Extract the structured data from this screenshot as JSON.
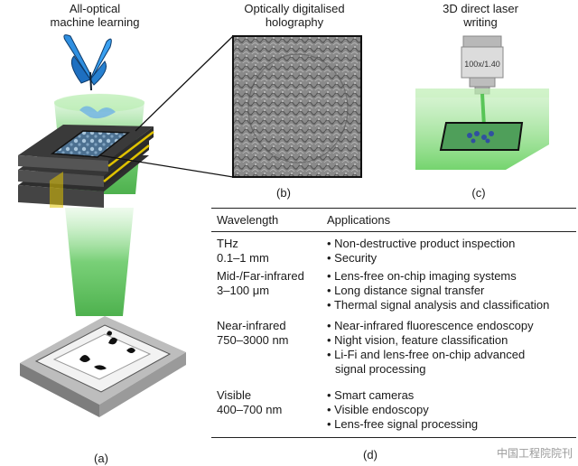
{
  "panels": {
    "a": {
      "caption_lines": [
        "All-optical",
        "machine learning"
      ],
      "label": "(a)"
    },
    "b": {
      "caption_lines": [
        "Optically digitalised",
        "holography"
      ],
      "label": "(b)"
    },
    "c": {
      "caption_lines": [
        "3D direct laser",
        "writing"
      ],
      "label": "(c)",
      "objective_text": "100x/1.40"
    },
    "d": {
      "label": "(d)"
    }
  },
  "table": {
    "headers": [
      "Wavelength",
      "Applications"
    ],
    "rows": [
      {
        "wavelength": [
          "THz",
          "0.1–1 mm"
        ],
        "applications": [
          "Non-destructive product inspection",
          "Security"
        ]
      },
      {
        "wavelength": [
          "Mid-/Far-infrared",
          "3–100 μm"
        ],
        "applications": [
          "Lens-free on-chip imaging systems",
          "Long distance signal transfer",
          "Thermal signal analysis and classification"
        ]
      },
      {
        "wavelength": [
          "Near-infrared",
          "750–3000 nm"
        ],
        "applications": [
          "Near-infrared fluorescence endoscopy",
          "Night vision, feature classification",
          "Li-Fi and lens-free on-chip advanced",
          "signal processing"
        ]
      },
      {
        "wavelength": [
          "Visible",
          "400–700 nm"
        ],
        "applications": [
          "Smart cameras",
          "Visible endoscopy",
          "Lens-free signal processing"
        ]
      }
    ]
  },
  "watermark": "中国工程院院刊",
  "colors": {
    "beam": "#6fd06a",
    "diffractive_layer": "#3a3a3a",
    "gold": "#e0c200",
    "pattern": "#7a7a7a"
  }
}
